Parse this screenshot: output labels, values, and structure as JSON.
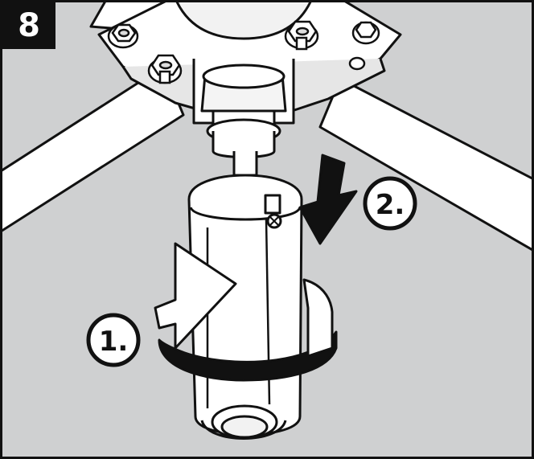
{
  "step": {
    "number": "8"
  },
  "callouts": [
    {
      "label": "1."
    },
    {
      "label": "2."
    }
  ],
  "colors": {
    "background": "#cfd0d1",
    "outline": "#111111",
    "part_fill": "#ffffff",
    "arrow_fill": "#ffffff",
    "push_arrow": "#111111"
  },
  "icons": {
    "rotate_arrow": "curved-rotate-arrow",
    "push_arrow": "down-arrow"
  }
}
